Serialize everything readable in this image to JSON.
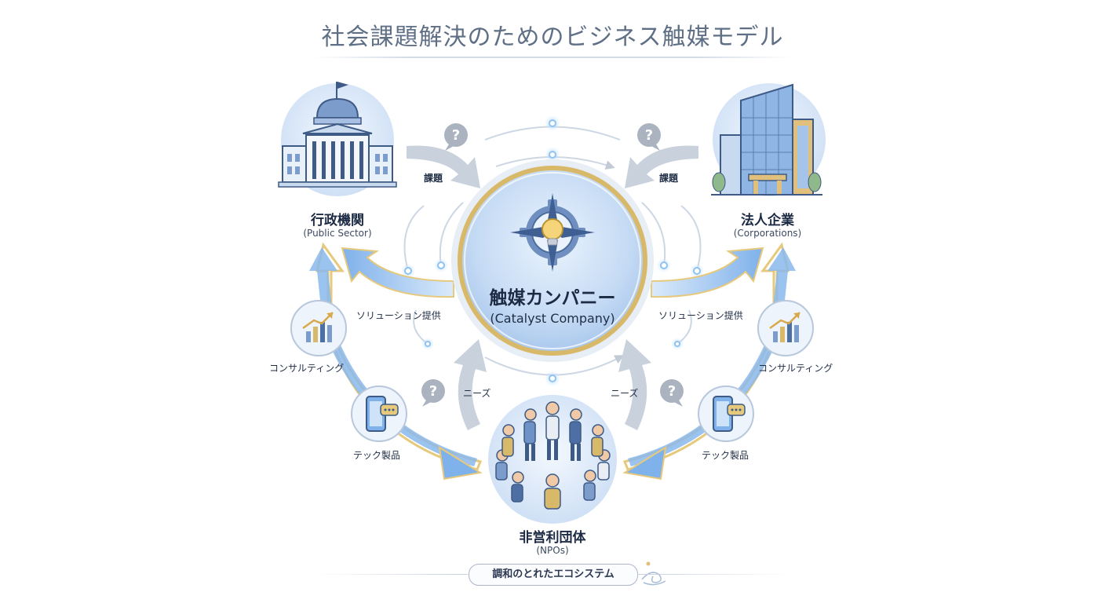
{
  "title": "社会課題解決のためのビジネス触媒モデル",
  "hub": {
    "label": "触媒カンパニー",
    "sublabel": "(Catalyst Company)"
  },
  "nodes": {
    "public_sector": {
      "label": "行政機関",
      "sublabel": "(Public Sector)"
    },
    "corporations": {
      "label": "法人企業",
      "sublabel": "(Corporations)"
    },
    "npos": {
      "label": "非営利団体",
      "sublabel": "(NPOs)"
    }
  },
  "flows": {
    "left_issue": "課題",
    "right_issue": "課題",
    "left_solution": "ソリューション提供",
    "right_solution": "ソリューション提供",
    "left_needs": "ニーズ",
    "right_needs": "ニーズ"
  },
  "services": {
    "left_consulting": "コンサルティング",
    "right_consulting": "コンサルティング",
    "left_tech": "テック製品",
    "right_tech": "テック製品"
  },
  "footer": "調和のとれたエコシステム",
  "colors": {
    "blue": "#7fb1ea",
    "gold": "#d9b865",
    "navy": "#1c2a44",
    "gray_arrow": "#c2cad6"
  }
}
